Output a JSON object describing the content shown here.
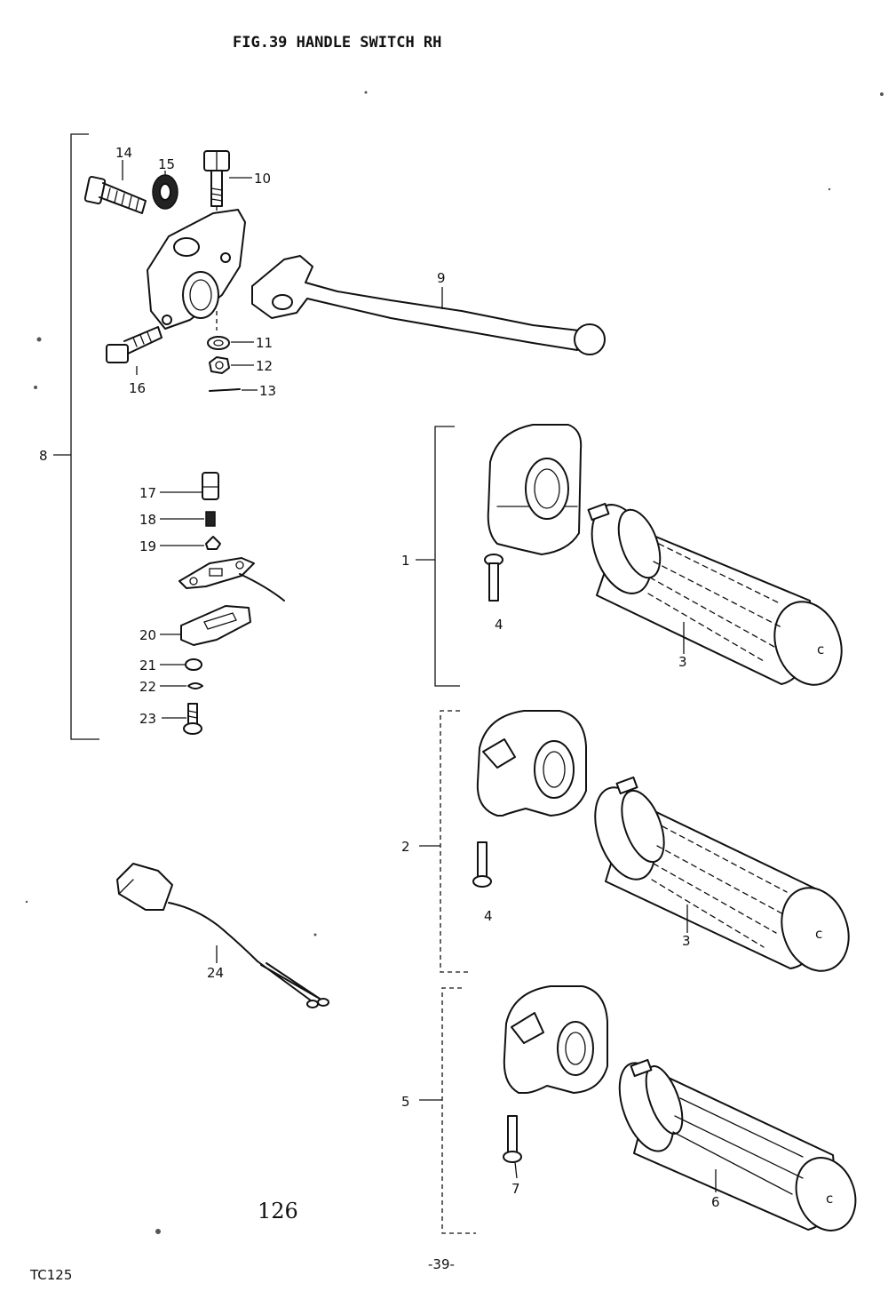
{
  "title": "FIG.39  HANDLE SWITCH RH",
  "footer": {
    "model": "TC125",
    "page": "-39-",
    "stamp": "126"
  },
  "callouts": {
    "c1": "1",
    "c2": "2",
    "c3a": "3",
    "c3b": "3",
    "c4a": "4",
    "c4b": "4",
    "c5": "5",
    "c6": "6",
    "c7": "7",
    "c8": "8",
    "c9": "9",
    "c10": "10",
    "c11": "11",
    "c12": "12",
    "c13": "13",
    "c14": "14",
    "c15": "15",
    "c16": "16",
    "c17": "17",
    "c18": "18",
    "c19": "19",
    "c20": "20",
    "c21": "21",
    "c22": "22",
    "c23": "23",
    "c24": "24"
  }
}
